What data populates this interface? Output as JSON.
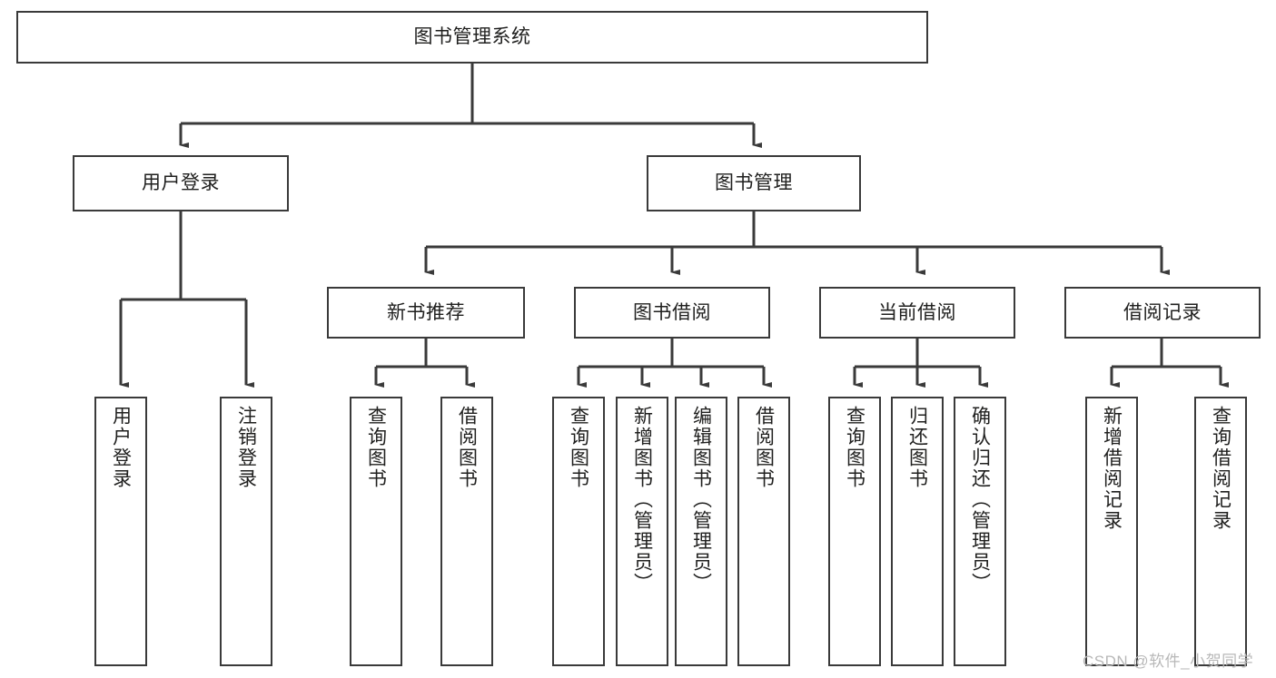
{
  "diagram": {
    "type": "tree-hierarchy",
    "title": "图书管理系统",
    "orientation": "top-down",
    "levels": 4,
    "nodes": {
      "root": {
        "label": "图书管理系统"
      },
      "level1": [
        {
          "label": "用户登录"
        },
        {
          "label": "图书管理"
        }
      ],
      "level2": [
        {
          "label": "新书推荐"
        },
        {
          "label": "图书借阅"
        },
        {
          "label": "当前借阅"
        },
        {
          "label": "借阅记录"
        }
      ],
      "leaves": {
        "user_login": [
          {
            "label": "用户登录"
          },
          {
            "label": "注销登录"
          }
        ],
        "new_book_recommend": [
          {
            "label": "查询图书"
          },
          {
            "label": "借阅图书"
          }
        ],
        "book_borrow": [
          {
            "label": "查询图书"
          },
          {
            "label": "新增图书（管理员）"
          },
          {
            "label": "编辑图书（管理员）"
          },
          {
            "label": "借阅图书"
          }
        ],
        "current_borrow": [
          {
            "label": "查询图书"
          },
          {
            "label": "归还图书"
          },
          {
            "label": "确认归还（管理员）"
          }
        ],
        "borrow_record": [
          {
            "label": "新增借阅记录"
          },
          {
            "label": "查询借阅记录"
          }
        ]
      }
    },
    "colors": {
      "node_border": "#3a3a3a",
      "node_fill": "#ffffff",
      "edge": "#3a3a3a",
      "text": "#20201f",
      "watermark": "#b8b8b8"
    }
  },
  "watermark": {
    "text": "CSDN @软件_小贺同学"
  }
}
